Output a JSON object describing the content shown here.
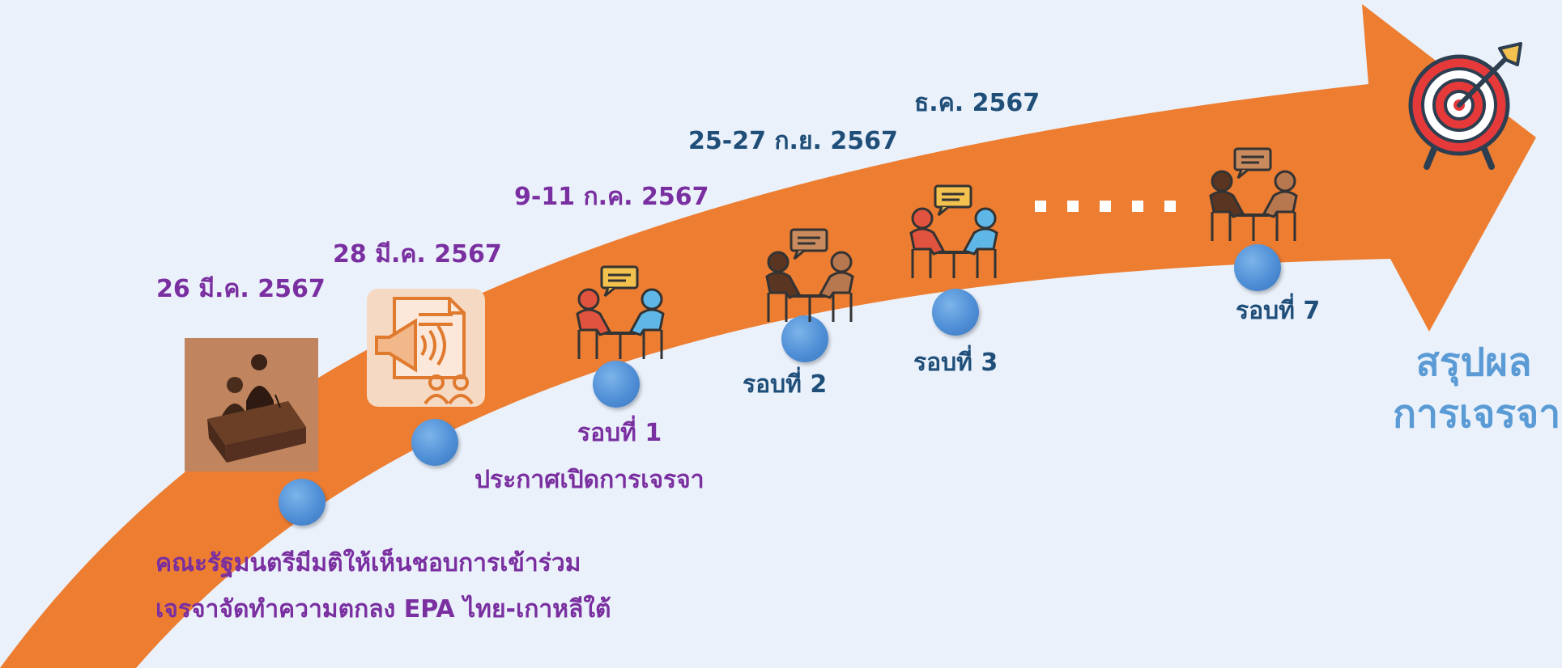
{
  "milestones": {
    "cabinet": {
      "date": "26 มี.ค. 2567",
      "desc_line1": "คณะรัฐมนตรีมีมติให้เห็นชอบการเข้าร่วม",
      "desc_line2": "เจรจาจัดทำความตกลง EPA ไทย-เกาหลีใต้"
    },
    "announce": {
      "date": "28 มี.ค. 2567",
      "desc": "ประกาศเปิดการเจรจา"
    },
    "round1": {
      "date": "9-11 ก.ค. 2567",
      "label": "รอบที่ 1"
    },
    "round2": {
      "date": "25-27 ก.ย. 2567",
      "label": "รอบที่ 2"
    },
    "round3": {
      "date": "ธ.ค. 2567",
      "label": "รอบที่ 3"
    },
    "round7": {
      "label": "รอบที่ 7"
    }
  },
  "conclusion": {
    "line1": "สรุปผล",
    "line2": "การเจรจา"
  },
  "colors": {
    "arrow": "#ed7d31",
    "purple_text": "#7a2fa0",
    "navy_text": "#1f4e79",
    "conclusion_text": "#5b9bd5",
    "dot": "#4f8fd6",
    "background": "#eaf1fb"
  },
  "icons": [
    "cabinet-meeting-photo",
    "announcement-megaphone-icon",
    "negotiation-meeting-icon",
    "target-bullseye-icon"
  ]
}
